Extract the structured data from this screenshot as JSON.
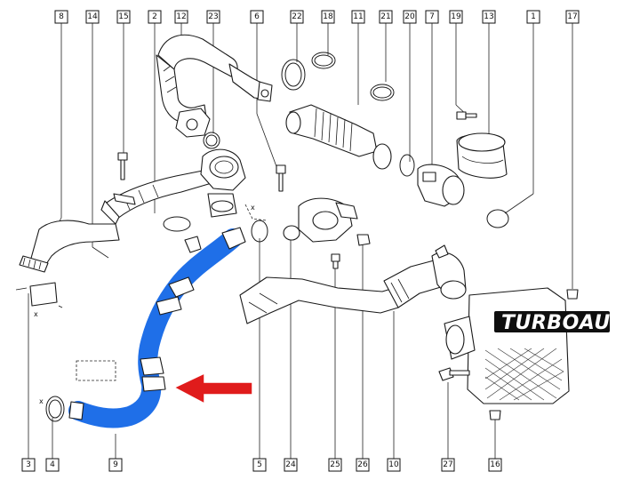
{
  "callouts": {
    "c1": "1",
    "c2": "2",
    "c3": "3",
    "c4": "4",
    "c5": "5",
    "c6": "6",
    "c7": "7",
    "c8": "8",
    "c9": "9",
    "c10": "10",
    "c11": "11",
    "c12": "12",
    "c13": "13",
    "c14": "14",
    "c15": "15",
    "c16": "16",
    "c17": "17",
    "c18": "18",
    "c19": "19",
    "c20": "20",
    "c21": "21",
    "c22": "22",
    "c23": "23",
    "c24": "24",
    "c25": "25",
    "c26": "26",
    "c27": "27"
  },
  "dimension_marks": {
    "x": "x"
  },
  "watermark": {
    "text": "TURBOAUTY"
  },
  "highlight": {
    "color": "#1f6fe8",
    "arrow_color": "#e01b1b",
    "highlighted_part": "9"
  }
}
